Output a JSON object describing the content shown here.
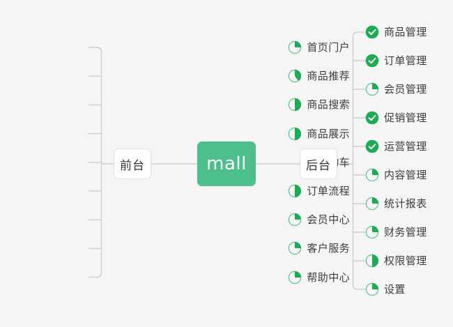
{
  "diagram": {
    "type": "mind-map",
    "background_color": "#f5f5f5",
    "accent_color": "#4cbf8b",
    "icon_stroke_color": "#5fc98f",
    "icon_fill_color": "#1faa55",
    "line_color": "#cfcfcf",
    "root": {
      "label": "mall",
      "fill": "#4cbf8b",
      "text_color": "#ffffff"
    },
    "branches": [
      {
        "label": "前台",
        "side": "left"
      },
      {
        "label": "后台",
        "side": "right"
      }
    ],
    "left_items": [
      {
        "label": "首页门户",
        "progress": 25,
        "status": "in-progress",
        "icon": "pie-progress-icon"
      },
      {
        "label": "商品推荐",
        "progress": 40,
        "status": "in-progress",
        "icon": "pie-progress-icon"
      },
      {
        "label": "商品搜索",
        "progress": 50,
        "status": "in-progress",
        "icon": "pie-progress-icon"
      },
      {
        "label": "商品展示",
        "progress": 50,
        "status": "in-progress",
        "icon": "pie-progress-icon"
      },
      {
        "label": "购物车",
        "progress": 50,
        "status": "in-progress",
        "icon": "pie-progress-icon"
      },
      {
        "label": "订单流程",
        "progress": 50,
        "status": "in-progress",
        "icon": "pie-progress-icon"
      },
      {
        "label": "会员中心",
        "progress": 25,
        "status": "in-progress",
        "icon": "pie-progress-icon"
      },
      {
        "label": "客户服务",
        "progress": 25,
        "status": "in-progress",
        "icon": "pie-progress-icon"
      },
      {
        "label": "帮助中心",
        "progress": 25,
        "status": "in-progress",
        "icon": "pie-progress-icon"
      }
    ],
    "right_items": [
      {
        "label": "商品管理",
        "progress": 100,
        "status": "done",
        "icon": "check-circle-icon"
      },
      {
        "label": "订单管理",
        "progress": 100,
        "status": "done",
        "icon": "check-circle-icon"
      },
      {
        "label": "会员管理",
        "progress": 25,
        "status": "in-progress",
        "icon": "pie-progress-icon"
      },
      {
        "label": "促销管理",
        "progress": 100,
        "status": "done",
        "icon": "check-circle-icon"
      },
      {
        "label": "运营管理",
        "progress": 100,
        "status": "done",
        "icon": "check-circle-icon"
      },
      {
        "label": "内容管理",
        "progress": 25,
        "status": "in-progress",
        "icon": "pie-progress-icon"
      },
      {
        "label": "统计报表",
        "progress": 25,
        "status": "in-progress",
        "icon": "pie-progress-icon"
      },
      {
        "label": "财务管理",
        "progress": 25,
        "status": "in-progress",
        "icon": "pie-progress-icon"
      },
      {
        "label": "权限管理",
        "progress": 50,
        "status": "in-progress",
        "icon": "pie-progress-icon"
      },
      {
        "label": "设置",
        "progress": 25,
        "status": "in-progress",
        "icon": "pie-progress-icon"
      }
    ]
  }
}
